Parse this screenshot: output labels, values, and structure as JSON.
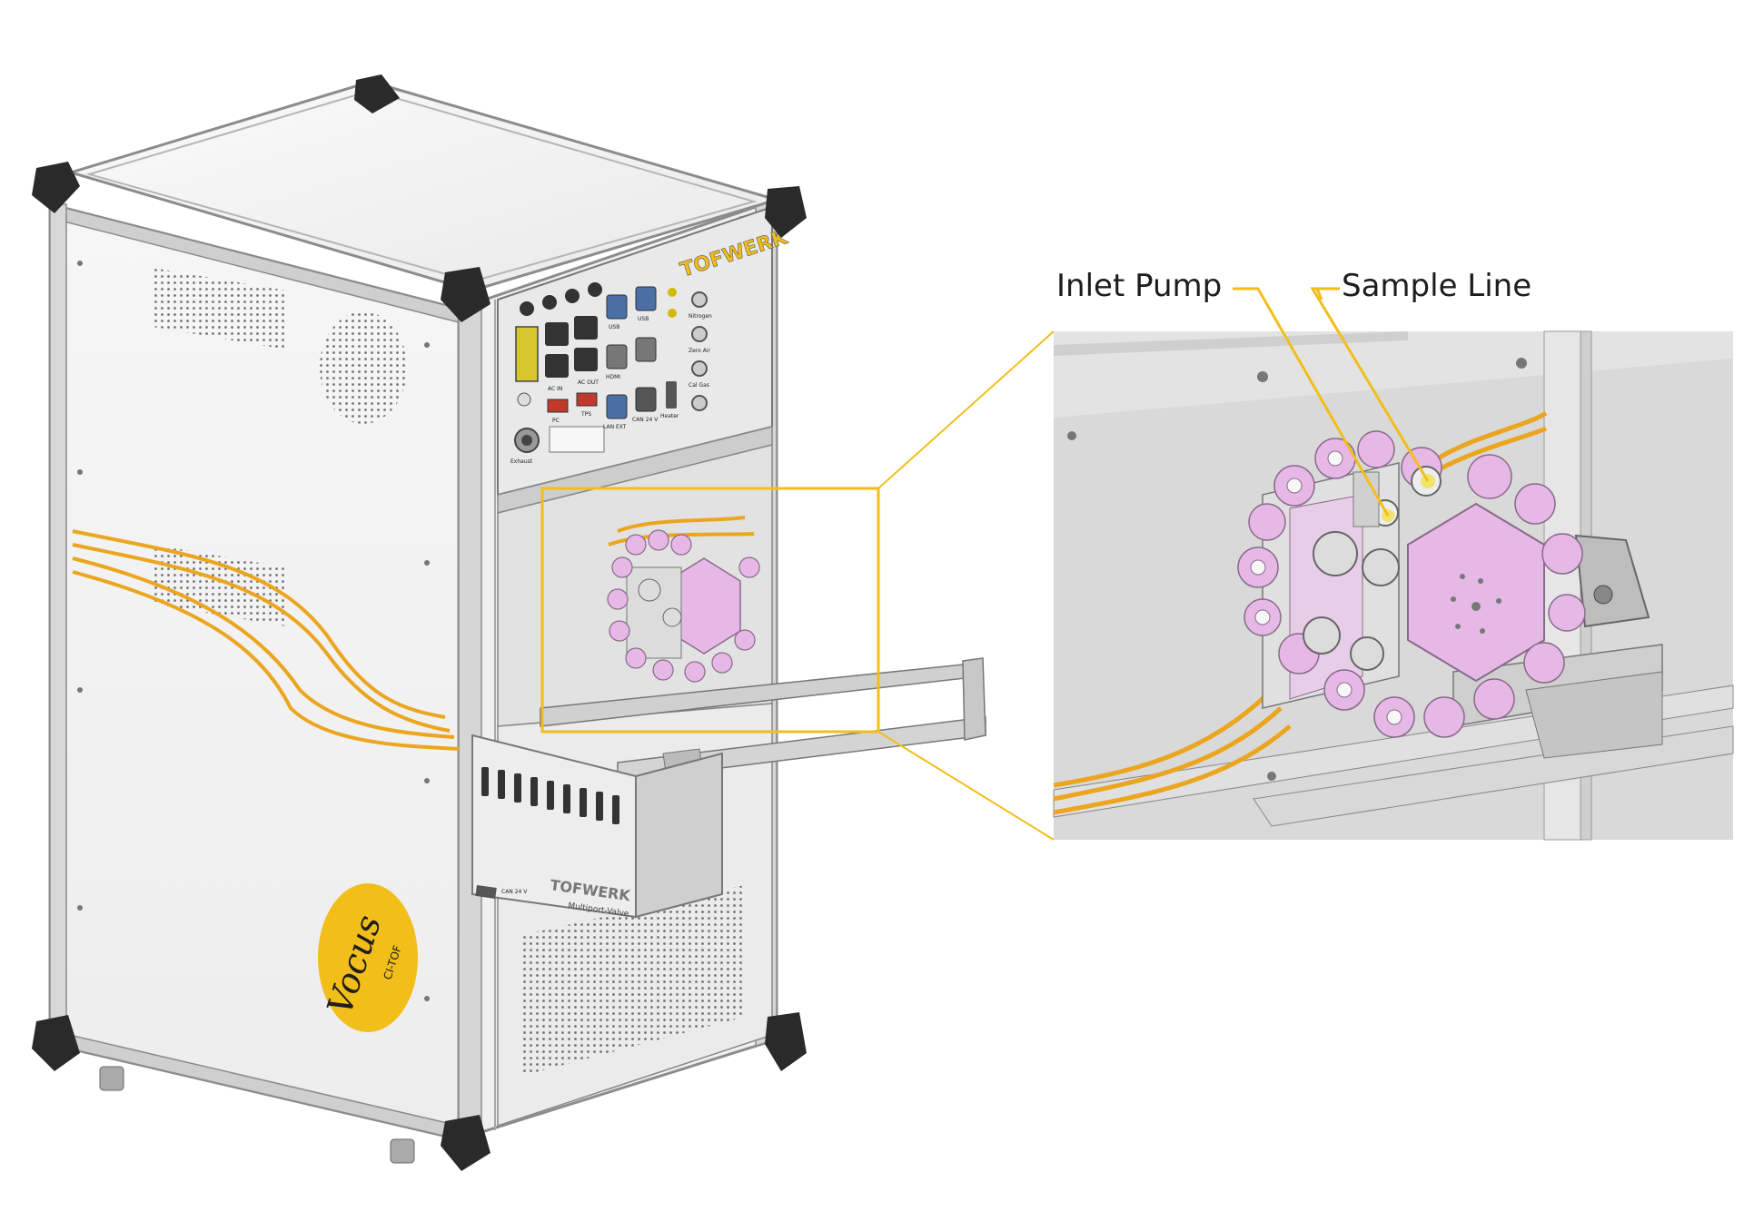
{
  "callouts": {
    "inlet_pump": "Inlet Pump",
    "sample_line": "Sample Line"
  },
  "branding": {
    "tofwerk_panel": "TOFWERK",
    "tofwerk_box": "TOFWERK",
    "multiport_valve": "Multiport-Valve",
    "vocus_word": "Vocus",
    "vocus_sub": "CI-TOF"
  },
  "panel_labels": {
    "ac_in": "AC IN",
    "ac_out": "AC OUT",
    "usb_1": "USB",
    "usb_2": "USB",
    "hdmi": "HDMI",
    "lan_ext": "LAN EXT",
    "can_24v": "CAN 24 V",
    "heater": "Heater",
    "nitrogen": "Nitrogen",
    "zero_air": "Zero Air",
    "cal_gas": "Cal Gas",
    "exhaust": "Exhaust",
    "pc": "PC",
    "tps": "TPS",
    "box_can": "CAN 24 V"
  },
  "colors": {
    "accent": "#F2BE1A",
    "tube": "#EBA51E",
    "valve": "#E6B8E6",
    "frame": "#8C8C8C",
    "corner": "#2A2A2A"
  }
}
